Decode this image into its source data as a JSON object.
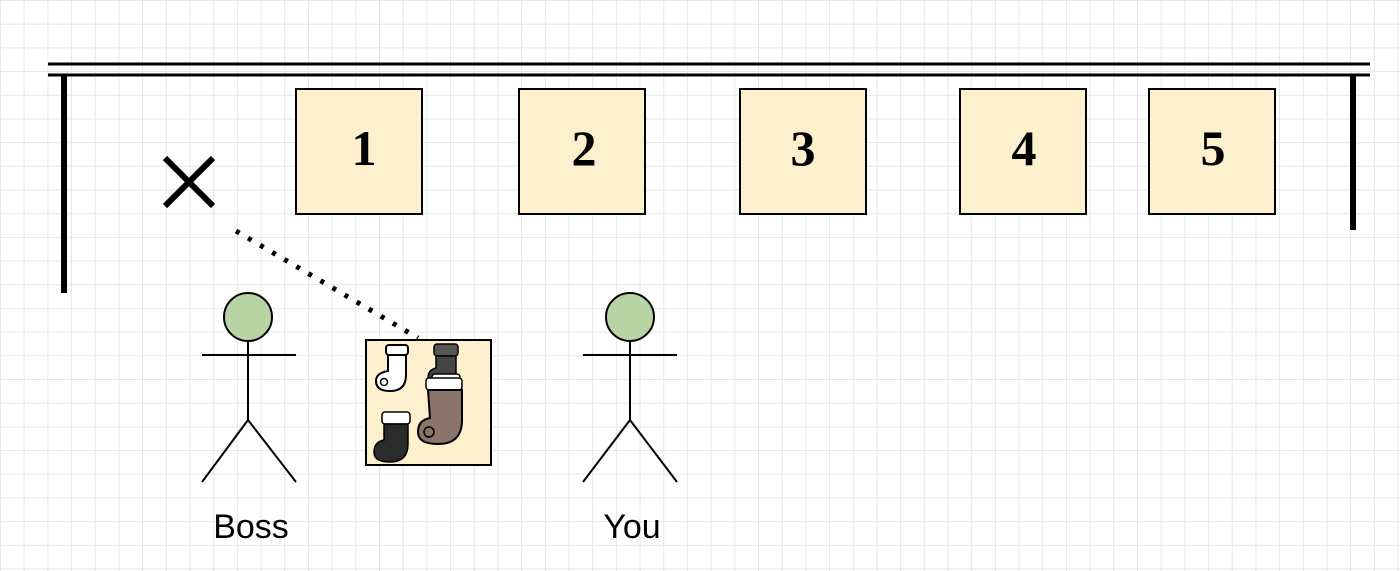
{
  "slots": [
    {
      "label": "1"
    },
    {
      "label": "2"
    },
    {
      "label": "3"
    },
    {
      "label": "4"
    },
    {
      "label": "5"
    }
  ],
  "actors": {
    "boss": {
      "label": "Boss"
    },
    "you": {
      "label": "You"
    }
  },
  "icons": {
    "removed_marker": "x-icon",
    "socks": "socks-icon"
  },
  "colors": {
    "slot_fill": "#fdf0cc",
    "actor_head": "#b8d4a4",
    "sock_brown": "#8a746c",
    "sock_dark": "#2b2b2b",
    "sock_grey": "#555555"
  }
}
